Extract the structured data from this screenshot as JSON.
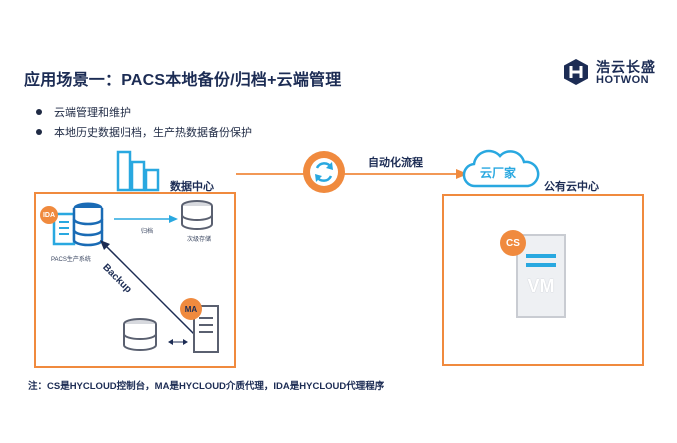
{
  "header": {
    "title": "应用场景一：PACS本地备份/归档+云端管理",
    "logo_cn": "浩云长盛",
    "logo_en": "HOTWON"
  },
  "bullets": [
    "云端管理和维护",
    "本地历史数据归档，生产热数据备份保护"
  ],
  "datacenter": {
    "label": "数据中心",
    "ida_badge": "IDA",
    "pacs_label": "PACS生产系统",
    "archive_label": "归档",
    "secondary_storage_label": "次级存储",
    "backup_label": "Backup",
    "ma_badge": "MA"
  },
  "flow": {
    "label": "自动化流程"
  },
  "cloud": {
    "cloud_text": "云厂家",
    "label": "公有云中心",
    "cs_badge": "CS",
    "vm_label": "VM"
  },
  "footnote": "注：CS是HYCLOUD控制台，MA是HYCLOUD介质代理，IDA是HYCLOUD代理程序",
  "colors": {
    "accent_orange": "#f08a3e",
    "accent_blue": "#29a8e0",
    "navy": "#1c2c54"
  }
}
